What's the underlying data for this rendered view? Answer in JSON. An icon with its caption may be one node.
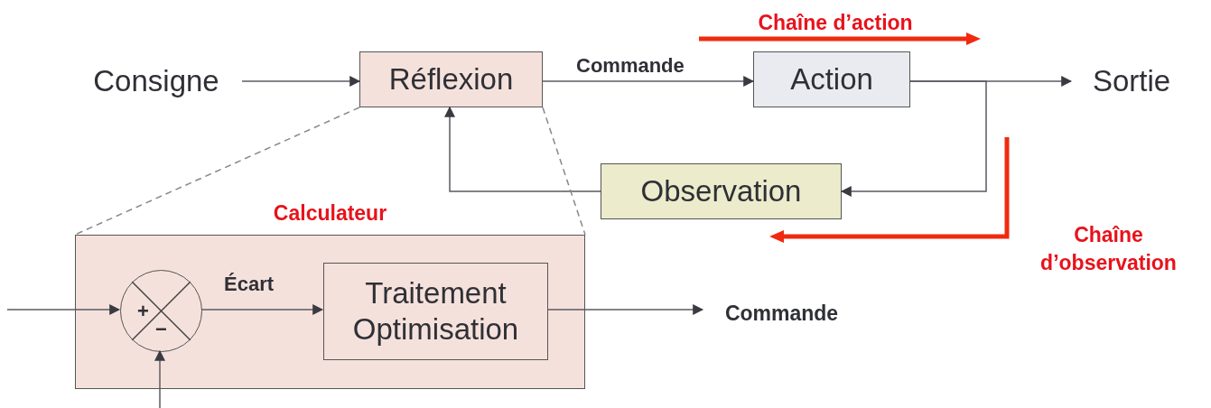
{
  "diagram": {
    "nodes": [
      {
        "text": [
          "Consigne"
        ]
      },
      {
        "text": [
          "Réflexion"
        ]
      },
      {
        "text": [
          "Action"
        ]
      },
      {
        "text": [
          "Sortie"
        ]
      },
      {
        "text": [
          "Observation"
        ]
      },
      {
        "text": [
          "Calculateur"
        ]
      },
      {
        "text": [
          "+",
          "−"
        ],
        "in": 5
      },
      {
        "text": [
          "Traitement Optimisation"
        ],
        "in": 5
      },
      {
        "text": [
          "Commande"
        ]
      }
    ],
    "edges": [
      {
        "from": 0,
        "to": 1,
        "arrow": "to"
      },
      {
        "from": 1,
        "to": 2,
        "arrow": "to",
        "label": "Commande"
      },
      {
        "from": 2,
        "to": 3,
        "arrow": "to"
      },
      {
        "from": 2,
        "to": 4,
        "arrow": "to"
      },
      {
        "from": 4,
        "to": 1,
        "arrow": "to"
      },
      {
        "from": 1,
        "to": 5,
        "arrow": "none",
        "style": "dashed",
        "color": "#888888"
      },
      {
        "from": 1,
        "to": 5,
        "arrow": "none",
        "style": "dashed",
        "color": "#888888"
      },
      {
        "from": null,
        "to": 6,
        "arrow": "to"
      },
      {
        "from": null,
        "to": 6,
        "arrow": "to"
      },
      {
        "from": 6,
        "to": 7,
        "arrow": "to",
        "label": "Écart"
      },
      {
        "from": 7,
        "to": 8,
        "arrow": "to"
      }
    ],
    "labels": [
      "Chaîne d’action",
      "Chaîne d’observation"
    ]
  }
}
